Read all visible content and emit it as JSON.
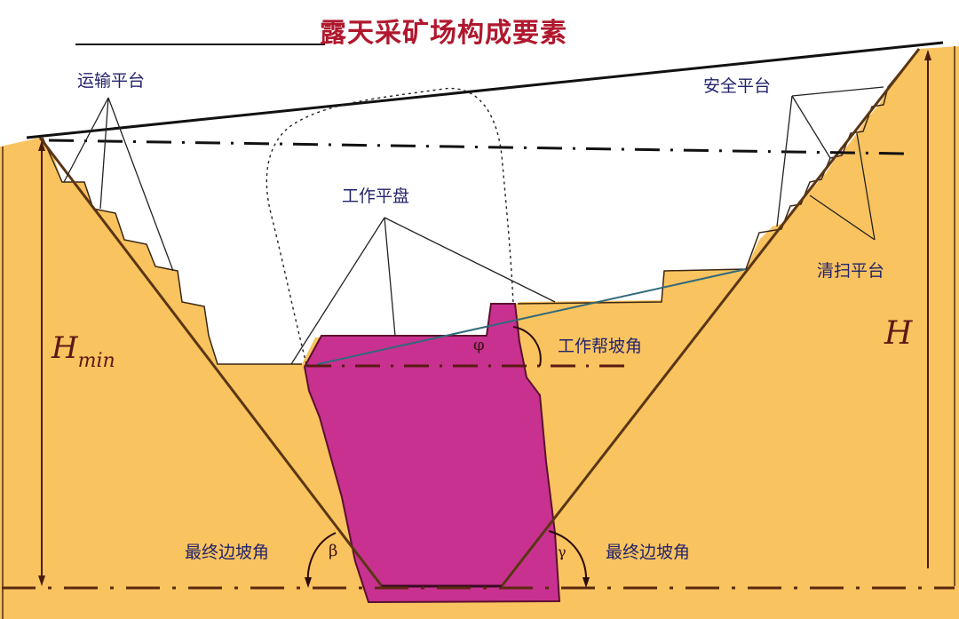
{
  "title": "露天采矿场构成要素",
  "labels": {
    "transport_platform": "运输平台",
    "safety_platform": "安全平台",
    "working_bench": "工作平盘",
    "cleaning_platform": "清扫平台",
    "working_slope_angle": "工作帮坡角",
    "final_slope_angle_left": "最终边坡角",
    "final_slope_angle_right": "最终边坡角"
  },
  "symbols": {
    "H": "H",
    "Hmin_main": "H",
    "Hmin_sub": "min",
    "phi": "φ",
    "beta": "β",
    "gamma": "γ"
  },
  "colors": {
    "rock": "#f9c35f",
    "ore_body": "#c8318f",
    "pit_air": "#ffffff",
    "line": "#2a1a0e",
    "title_red": "#b0182e",
    "label_blue": "#23236b",
    "working_slope_line": "#2f6a7a"
  }
}
